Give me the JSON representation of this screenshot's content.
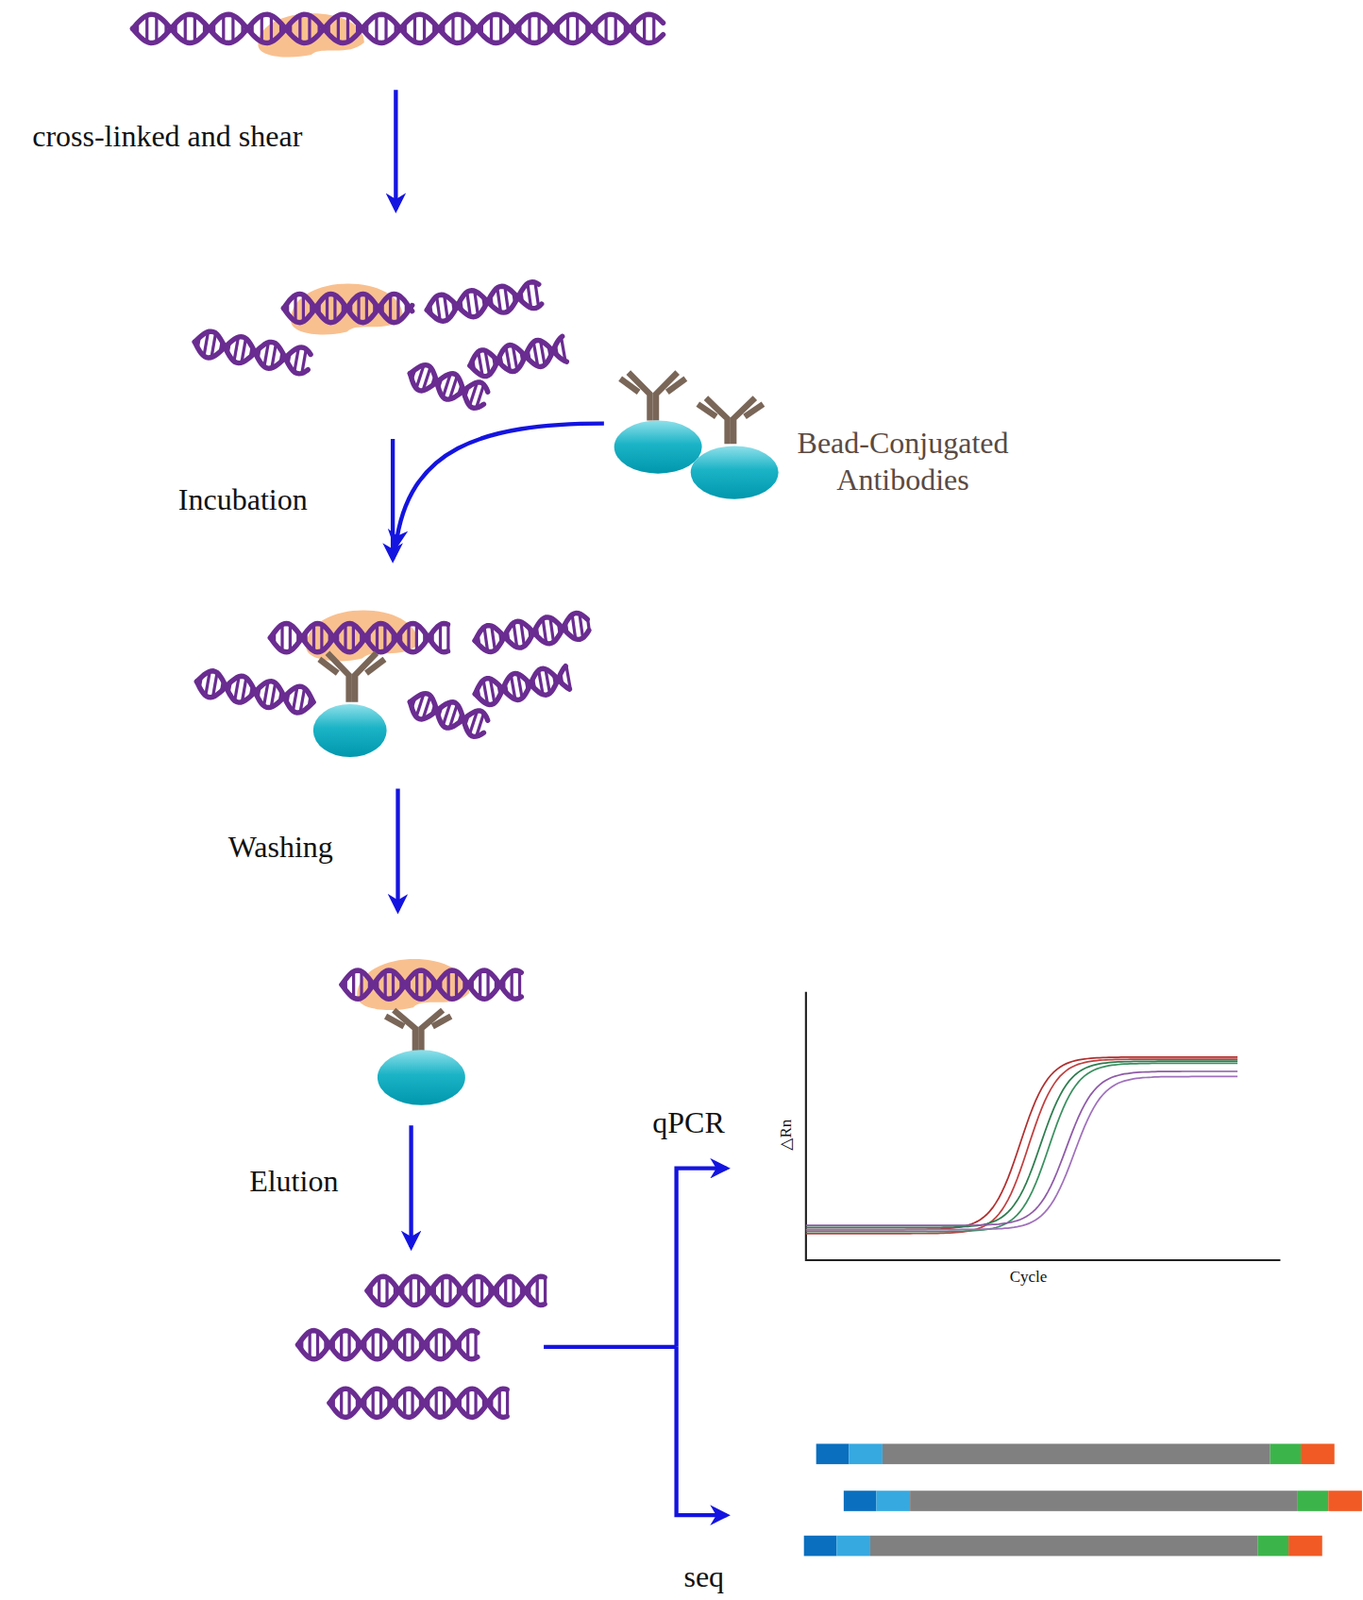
{
  "diagram": {
    "labels": [
      "cross-linked and shear",
      "Incubation",
      "Bead-Conjugated Antibodies",
      "Washing",
      "Elution",
      "qPCR",
      "△Rn",
      "Cycle",
      "seq"
    ]
  }
}
